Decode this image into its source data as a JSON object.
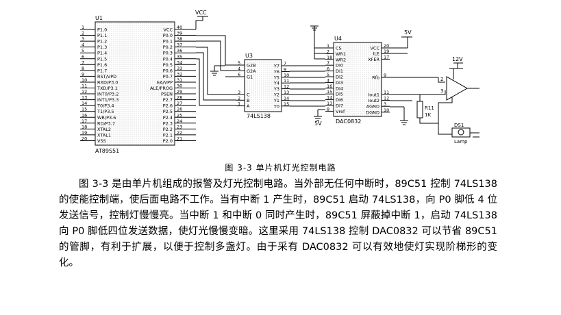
{
  "schematic": {
    "u1": {
      "ref": "U1",
      "part": "AT89S51",
      "pins_left": [
        {
          "num": "1",
          "name": "P1.0"
        },
        {
          "num": "2",
          "name": "P1.1"
        },
        {
          "num": "3",
          "name": "P1.2"
        },
        {
          "num": "4",
          "name": "P1.3"
        },
        {
          "num": "5",
          "name": "P1.4"
        },
        {
          "num": "6",
          "name": "P1.5"
        },
        {
          "num": "7",
          "name": "P1.6"
        },
        {
          "num": "8",
          "name": "P1.7"
        },
        {
          "num": "9",
          "name": "RST/VPD"
        },
        {
          "num": "10",
          "name": "RXD/P3.0"
        },
        {
          "num": "11",
          "name": "TXD/P3.1"
        },
        {
          "num": "12",
          "name": "INT0/P3.2"
        },
        {
          "num": "13",
          "name": "INT1/P3.3"
        },
        {
          "num": "14",
          "name": "T0/P3.4"
        },
        {
          "num": "15",
          "name": "T1/P3.5"
        },
        {
          "num": "16",
          "name": "WR/P3.6"
        },
        {
          "num": "17",
          "name": "RD/P3.7"
        },
        {
          "num": "18",
          "name": "XTAL2"
        },
        {
          "num": "19",
          "name": "XTAL1"
        },
        {
          "num": "20",
          "name": "VSS"
        }
      ],
      "pins_right": [
        {
          "num": "40",
          "name": "VCC"
        },
        {
          "num": "39",
          "name": "P0.0"
        },
        {
          "num": "38",
          "name": "P0.1"
        },
        {
          "num": "37",
          "name": "P0.2"
        },
        {
          "num": "36",
          "name": "P0.3"
        },
        {
          "num": "35",
          "name": "P0.4"
        },
        {
          "num": "34",
          "name": "P0.5"
        },
        {
          "num": "33",
          "name": "P0.6"
        },
        {
          "num": "32",
          "name": "P0.7"
        },
        {
          "num": "31",
          "name": "EA/VPP"
        },
        {
          "num": "30",
          "name": "ALE/PROG"
        },
        {
          "num": "29",
          "name": "PSEN"
        },
        {
          "num": "28",
          "name": "P2.7"
        },
        {
          "num": "27",
          "name": "P2.6"
        },
        {
          "num": "26",
          "name": "P2.5"
        },
        {
          "num": "25",
          "name": "P2.4"
        },
        {
          "num": "24",
          "name": "P2.3"
        },
        {
          "num": "23",
          "name": "P2.2"
        },
        {
          "num": "22",
          "name": "P2.1"
        },
        {
          "num": "21",
          "name": "P2.0"
        }
      ],
      "vcc_label": "VCC"
    },
    "u3": {
      "ref": "U3",
      "part": "74LS138",
      "pins_left": [
        {
          "num": "5",
          "name": "G2B"
        },
        {
          "num": "4",
          "name": "G2A"
        },
        {
          "num": "6",
          "name": "G1"
        },
        {
          "num": "3",
          "name": "C"
        },
        {
          "num": "2",
          "name": "B"
        },
        {
          "num": "1",
          "name": "A"
        }
      ],
      "pins_right": [
        {
          "num": "7",
          "name": "Y7"
        },
        {
          "num": "9",
          "name": "Y6"
        },
        {
          "num": "10",
          "name": "Y5"
        },
        {
          "num": "11",
          "name": "Y4"
        },
        {
          "num": "12",
          "name": "Y3"
        },
        {
          "num": "13",
          "name": "Y2"
        },
        {
          "num": "14",
          "name": "Y1"
        },
        {
          "num": "15",
          "name": "Y0"
        }
      ]
    },
    "u4": {
      "ref": "U4",
      "part": "DAC0832",
      "pins_left": [
        {
          "num": "1",
          "name": "CS"
        },
        {
          "num": "2",
          "name": "WR1"
        },
        {
          "num": "18",
          "name": "WR2"
        },
        {
          "num": "7",
          "name": "DI0"
        },
        {
          "num": "6",
          "name": "DI1"
        },
        {
          "num": "5",
          "name": "DI2"
        },
        {
          "num": "4",
          "name": "DI3"
        },
        {
          "num": "16",
          "name": "DI4"
        },
        {
          "num": "15",
          "name": "DI5"
        },
        {
          "num": "14",
          "name": "DI6"
        },
        {
          "num": "13",
          "name": "DI7"
        },
        {
          "num": "8",
          "name": "Vref"
        }
      ],
      "pins_right": [
        {
          "num": "20",
          "name": "VCC"
        },
        {
          "num": "19",
          "name": "ILE"
        },
        {
          "num": "17",
          "name": "XFER"
        },
        {
          "num": "9",
          "name": "Rfb"
        },
        {
          "num": "11",
          "name": "Iout1"
        },
        {
          "num": "12",
          "name": "Iout2"
        },
        {
          "num": "3",
          "name": "AGND"
        },
        {
          "num": "10",
          "name": "DGND"
        }
      ]
    },
    "power_5v_a": "5V",
    "power_5v_b": "5V",
    "power_12v": "12V",
    "r11_ref": "R11",
    "r11_value": "1K",
    "opamp_pin_minus": "2",
    "opamp_pin_plus": "3",
    "lamp_ref": "DS1",
    "lamp_label": "Lamp"
  },
  "caption": "图 3-3 单片机灯光控制电路",
  "paragraphs": [
    "图 3-3 是由单片机组成的报警及灯光控制电路。当外部无任何中断时，89C51 控制 74LS138 的使能控制端，使后面电路不工作。当有中断 1 产生时，89C51 启动 74LS138，向 P0 脚低 4 位发送信号，控制灯慢慢亮。当中断 1 和中断 0 同时产生时，89C51 屏蔽掉中断 1，启动 74LS138 向 P0 脚低四位发送数据，使灯光慢慢变暗。这里采用 74LS138 控制 DAC0832 可以节省 89C51 的管脚，有利于扩展，以便于控制多盏灯。由于采有 DAC0832 可以有效地使灯实现阶梯形的变化。"
  ]
}
